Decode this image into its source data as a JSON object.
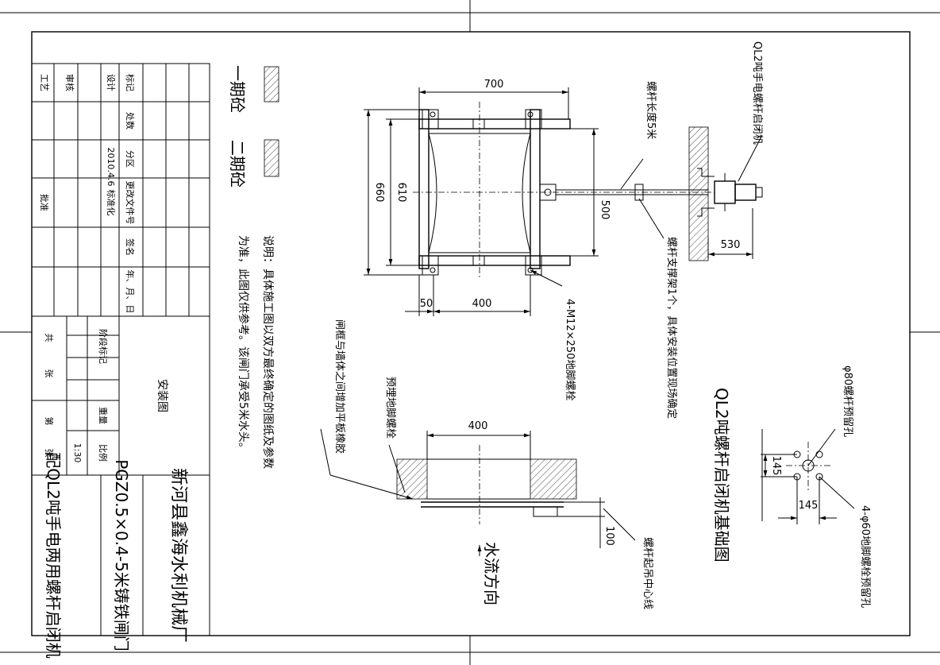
{
  "title_block": {
    "company": "新河县鑫海水利机械厂",
    "product": "PGZ0.5×0.4-5米铸铁闸门",
    "accessory": "配QL2吨手电两用螺杆启闭机",
    "drawing_name": "安装图",
    "scale_label": "比例",
    "scale_value": "1:30",
    "weight_label": "重量",
    "stage_label": "阶段标记",
    "total_label": "共",
    "sheet_label": "张",
    "page_label": "第",
    "page_sheet_label": "张",
    "row_labels": {
      "mark": "标记",
      "count": "处数",
      "zone": "分区",
      "change_doc": "更改文件号",
      "sign": "签名",
      "date_ymd": "年、月、日",
      "design": "设计",
      "standardize": "标准化",
      "review": "审核",
      "process": "工艺",
      "approve": "批准"
    },
    "design_date": "2010.4.6"
  },
  "legend": {
    "first_stage": "一期砼",
    "second_stage": "二期砼"
  },
  "notes": {
    "line1": "说明：具体施工图以双方最终确定的图纸及参数",
    "line2": "为准，此图仅供参考。该闸门承受5米水头。"
  },
  "front_view": {
    "dim_width": "700",
    "dim_height_outer": "660",
    "dim_height_inner": "610",
    "dim_500": "500",
    "dim_530": "530",
    "dim_50": "50",
    "dim_400": "400",
    "anchor_bolts": "4-M12×250地脚螺栓",
    "screw_length": "螺杆长度5米",
    "hoist": "QL2吨手电螺杆启闭机",
    "screw_support": "螺杆支撑架1个，具体安装位置现场确定"
  },
  "section_view": {
    "dim_400": "400",
    "dim_100": "100",
    "gap_note": "闸框与墙体之间增加平板橡胶",
    "embedded_bolts": "预埋地脚螺栓",
    "flow_dir": "水流方向",
    "lift_center": "螺杆起吊中心线"
  },
  "foundation": {
    "title": "QL2吨螺杆启闭机基础图",
    "hole_80": "φ80螺杆预留孔",
    "holes_60": "4-φ60地脚螺栓预留孔",
    "dim_145_v": "145",
    "dim_145_h": "145"
  }
}
